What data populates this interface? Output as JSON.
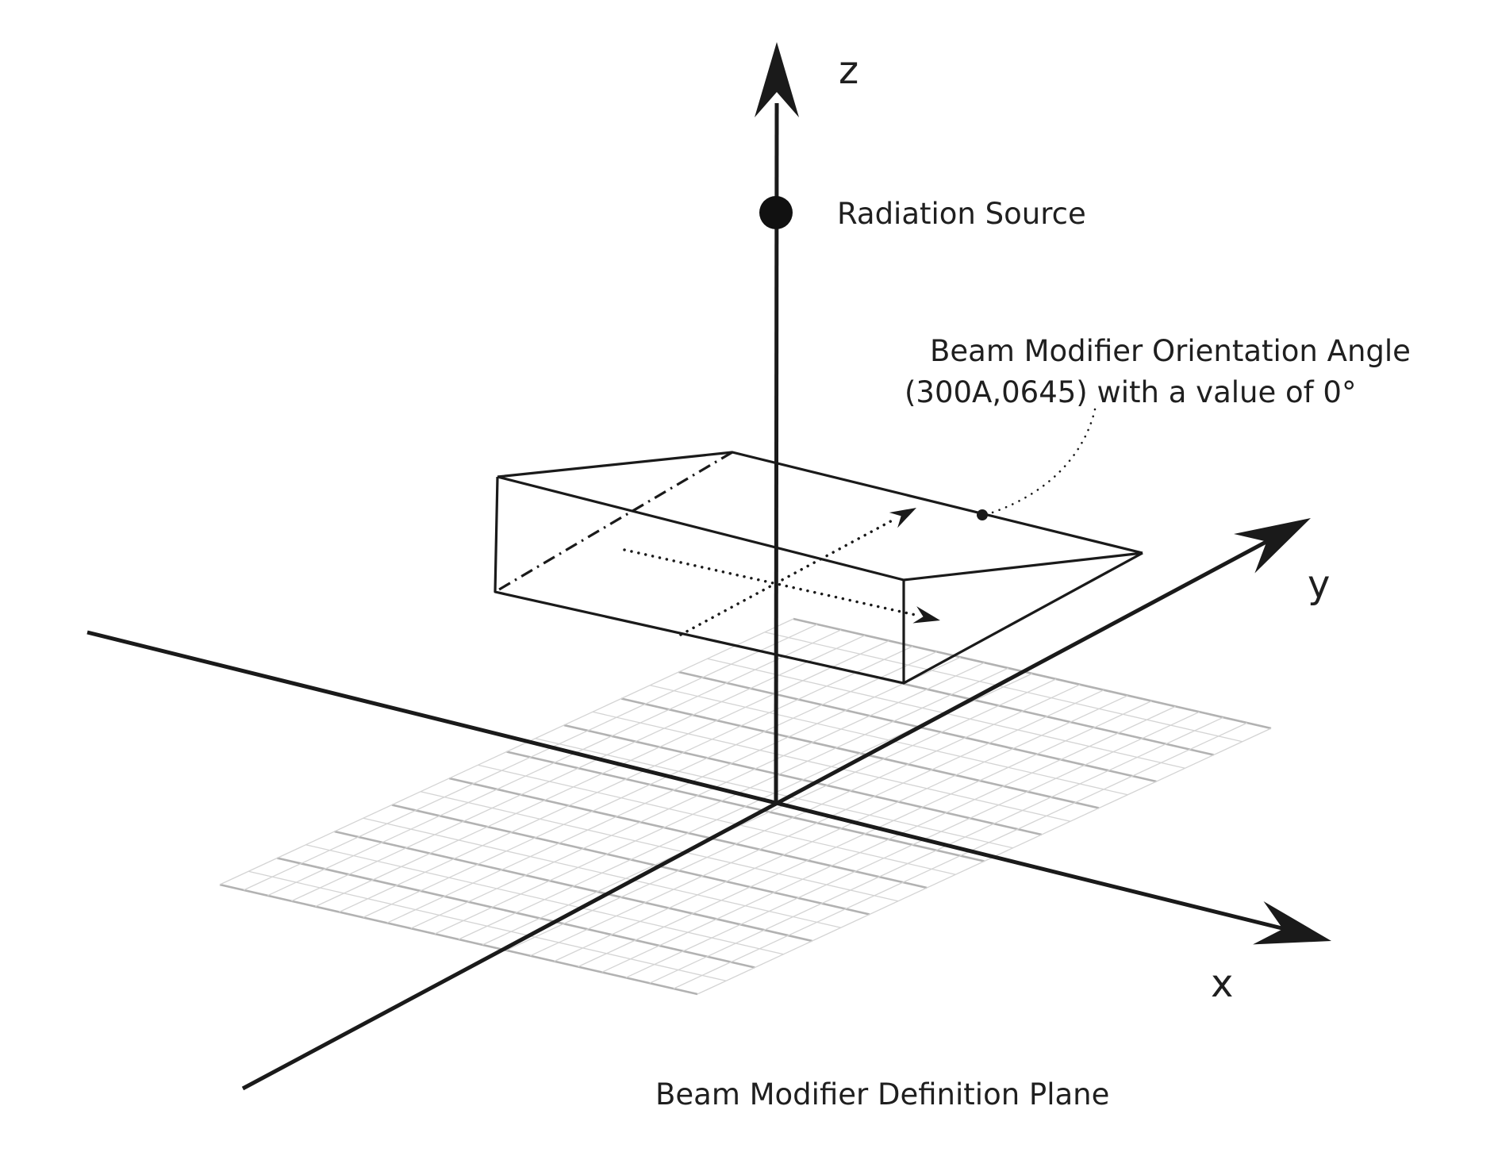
{
  "diagram": {
    "axis_labels": {
      "z": "z",
      "y": "y",
      "x": "x"
    },
    "radiation_source_label": "Radiation Source",
    "orientation_angle_label_line1": "Beam Modifier Orientation Angle",
    "orientation_angle_label_line2": "(300A,0645) with a value of 0°",
    "definition_plane_label": "Beam Modifier Definition Plane",
    "colors": {
      "ink": "#1a1a1a",
      "grid_thick": "#b2b2b2",
      "grid_thin": "#d4d4d4",
      "background": "#ffffff"
    }
  }
}
